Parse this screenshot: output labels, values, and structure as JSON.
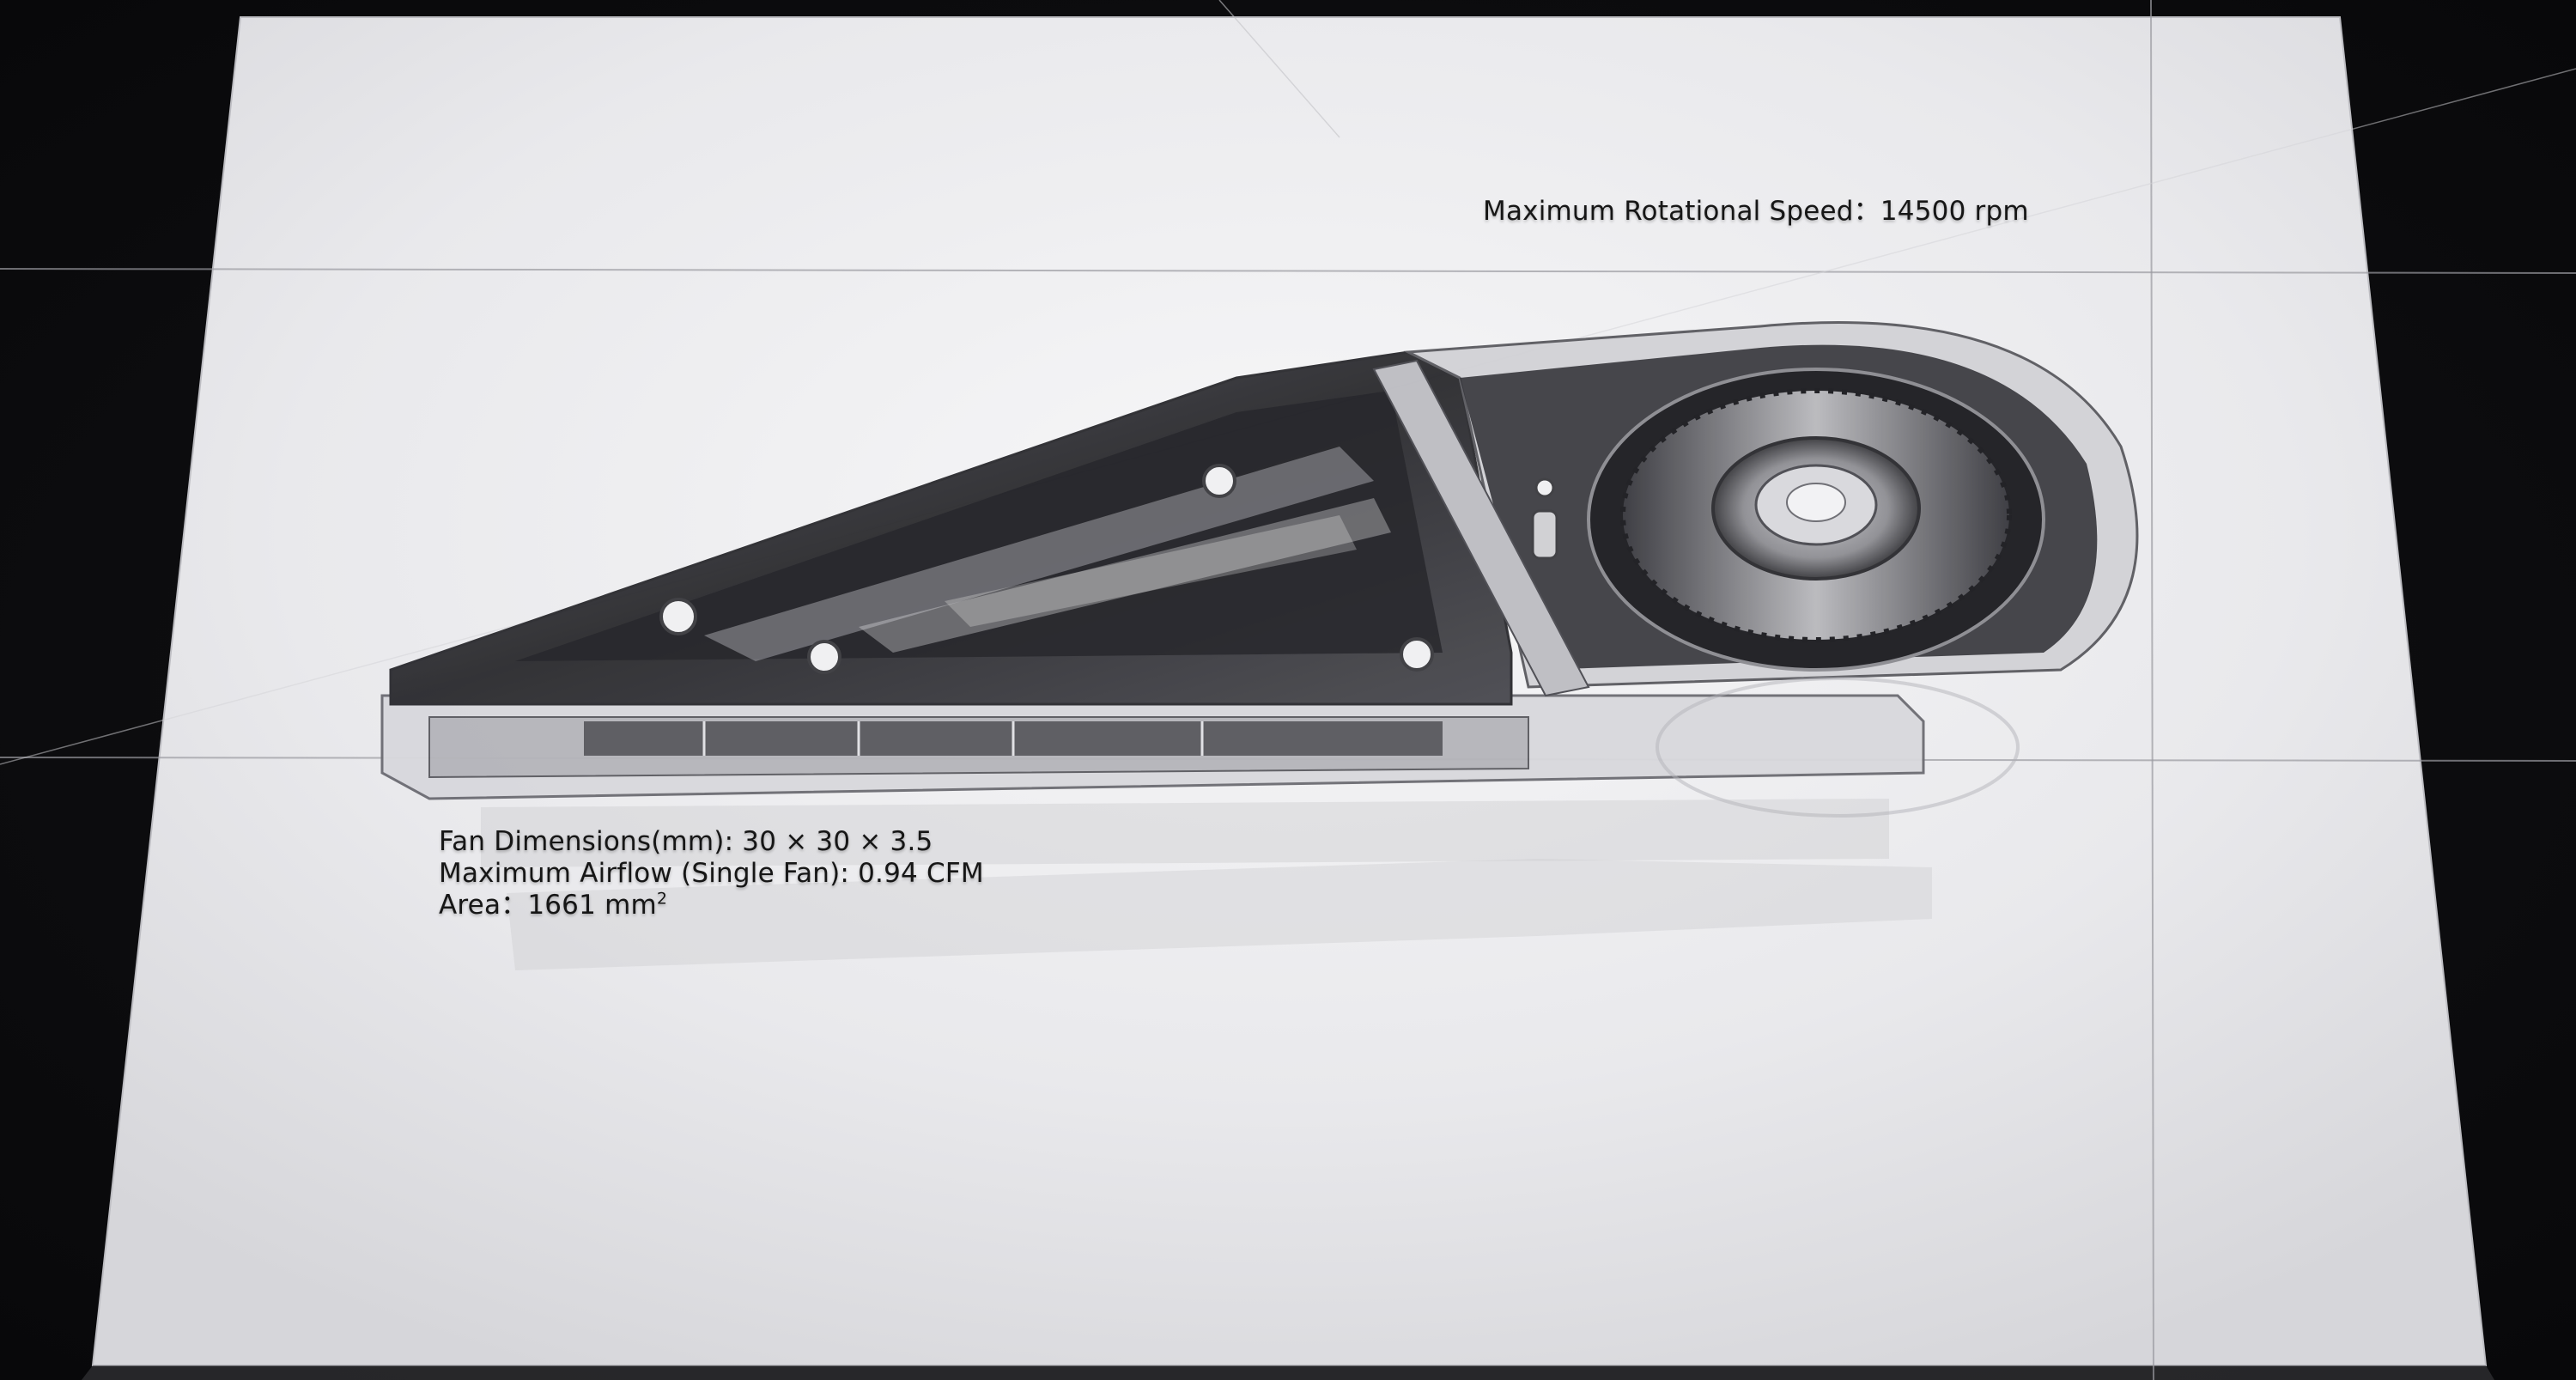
{
  "specs": {
    "rotational_speed": "Maximum Rotational Speed：14500 rpm",
    "fan_dimensions": "Fan Dimensions(mm): 30 × 30 × 3.5",
    "max_airflow": "Maximum Airflow (Single Fan): 0.94 CFM",
    "area_prefix": "Area：1661 mm",
    "area_unit_sup": "2"
  },
  "colors": {
    "background": "#0c0c0e",
    "sheet": "#ececee",
    "text": "#161616"
  }
}
